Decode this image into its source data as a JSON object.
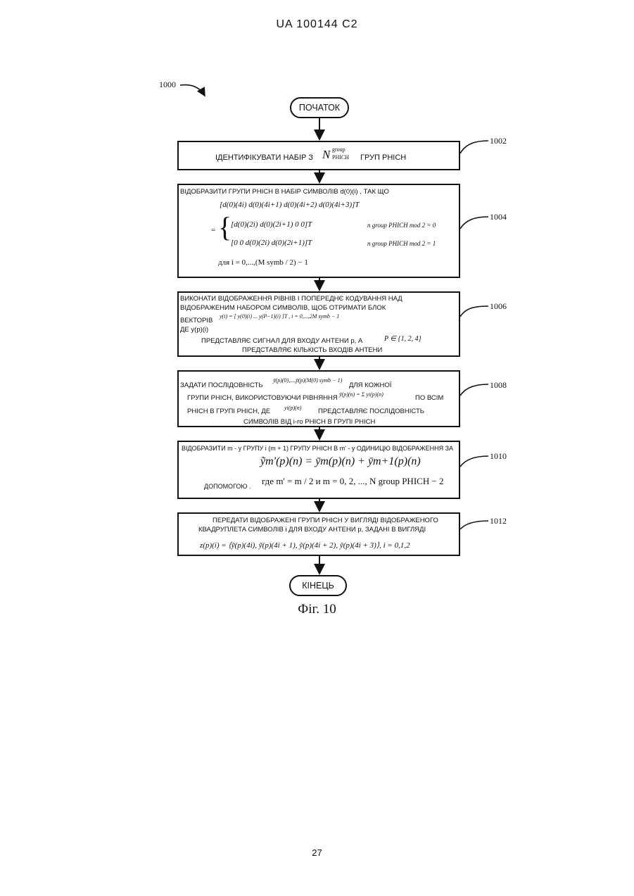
{
  "header": "UA   100144   C2",
  "page_number": "27",
  "figure_ref": "1000",
  "caption": "Фіг. 10",
  "start_label": "ПОЧАТОК",
  "end_label": "КІНЕЦЬ",
  "steps": [
    {
      "ref": "1002",
      "line1_prefix": "ІДЕНТИФІКУВАТИ НАБІР З",
      "line1_suffix": "ГРУП PHICH",
      "symbol": "N",
      "symbol_sup": "group",
      "symbol_sub": "PHICH"
    },
    {
      "ref": "1004",
      "line1": "ВІДОБРАЗИТИ ГРУПИ PHICH В НАБІР СИМВОЛІВ d(0)(i) , ТАК ЩО",
      "vector_line": "[d(0)(4i)   d(0)(4i+1)   d(0)(4i+2)   d(0)(4i+3)]T",
      "case1": "[d(0)(2i)   d(0)(2i+1)   0   0]T",
      "case1_cond": "n group PHICH mod 2 = 0",
      "case2": "[0   0   d(0)(2i)   d(0)(2i+1)]T",
      "case2_cond": "n group PHICH mod 2 = 1",
      "range_line": "для i = 0,...,(M symb / 2) − 1"
    },
    {
      "ref": "1006",
      "line1": "ВИКОНАТИ ВІДОБРАЖЕННЯ РІВНІВ І ПОПЕРЕДНЄ КОДУВАННЯ НАД",
      "line2": "ВІДОБРАЖЕНИМ НАБОРОМ СИМВОЛІВ, ЩОБ ОТРИМАТИ БЛОК",
      "line3_prefix": "ВЕКТОРІВ",
      "line3_formula": "y(i) = [ y(0)(i)   ...   y(P−1)(i) ]T ,  i = 0,...,2M symb − 1",
      "line4": "ДЕ y(p)(i)",
      "line5_prefix": "ПРЕДСТАВЛЯЄ СИГНАЛ ДЛЯ ВХОДУ АНТЕНИ p, А",
      "line5_formula": "P ∈ {1, 2, 4}",
      "line6": "ПРЕДСТАВЛЯЄ КІЛЬКІСТЬ ВХОДІВ АНТЕНИ"
    },
    {
      "ref": "1008",
      "line1_prefix": "ЗАДАТИ ПОСЛІДОВНІСТЬ",
      "line1_formula": "ȳ(p)(0),...,ȳ(p)(M(0) symb − 1)",
      "line1_suffix": "ДЛЯ КОЖНОЇ",
      "line2_prefix": "ГРУПИ PHICH, ВИКОРИСТОВУЮЧИ РІВНЯННЯ",
      "line2_formula": "ȳ(p)(n) = Σ yi(p)(n)",
      "line2_suffix": "ПО ВСІМ",
      "line3_prefix": "PHICH В ГРУПІ PHICH, ДЕ",
      "line3_formula": "yi(p)(n)",
      "line3_suffix": "ПРЕДСТАВЛЯЄ ПОСЛІДОВНІСТЬ",
      "line4": "СИМВОЛІВ ВІД  i-го PHICH В ГРУПІ PHICH"
    },
    {
      "ref": "1010",
      "line1": "ВІДОБРАЗИТИ m - у ГРУПУ і (m + 1) ГРУПУ PHICH В m' - у ОДИНИЦЮ ВІДОБРАЖЕННЯ ЗА",
      "formula": "ỹm'(p)(n) = ȳm(p)(n) + ȳm+1(p)(n)",
      "helper": "ДОПОМОГОЮ .",
      "where": "где m' = m / 2 и m = 0, 2, ..., N group PHICH − 2"
    },
    {
      "ref": "1012",
      "line1": "ПЕРЕДАТИ ВІДОБРАЖЕНІ ГРУПИ PHICH У ВИГЛЯДІ ВІДОБРАЖЕНОГО",
      "line2": "КВАДРУПЛЕТА СИМВОЛІВ і ДЛЯ ВХОДУ АНТЕНИ p, ЗАДАНІ В ВИГЛЯДІ",
      "formula": "z(p)(i) = ⟨ỹ(p)(4i), ỹ(p)(4i + 1), ỹ(p)(4i + 2), ỹ(p)(4i + 3)⟩,  i = 0,1,2"
    }
  ]
}
